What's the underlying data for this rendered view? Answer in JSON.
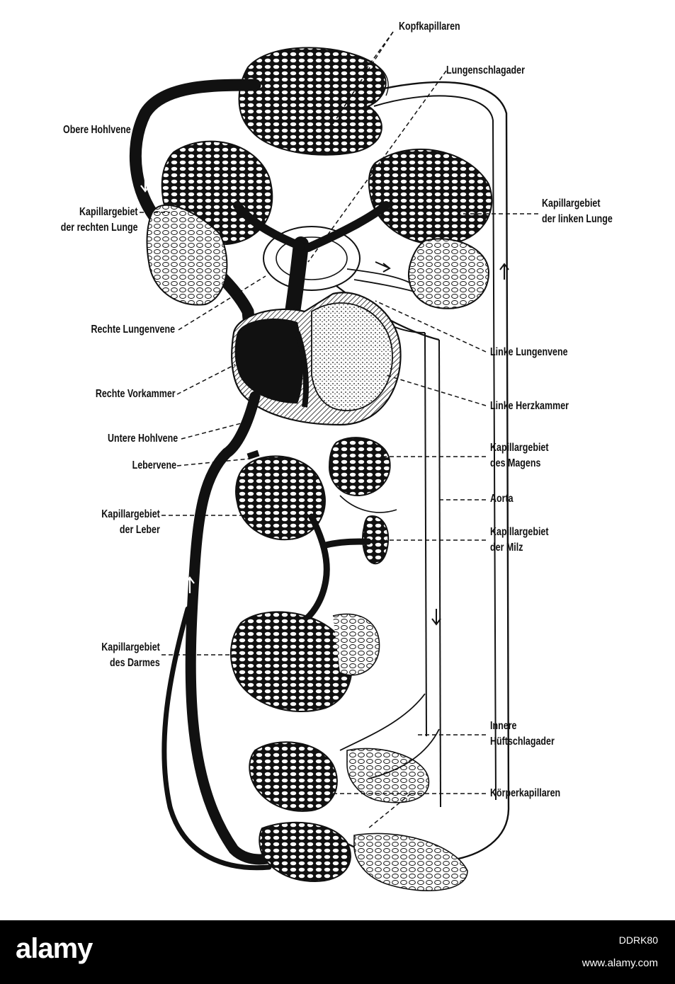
{
  "labels": {
    "kopfkapillaren": "Kopfkapillaren",
    "lungenschlagader": "Lungenschlagader",
    "obere_hohlvene": "Obere Hohlvene",
    "kap_rechte_lunge": [
      "Kapillargebiet",
      "der rechten Lunge"
    ],
    "kap_linke_lunge": [
      "Kapillargebiet",
      "der linken Lunge"
    ],
    "rechte_lungenvene": "Rechte Lungenvene",
    "linke_lungenvene": "Linke Lungenvene",
    "rechte_vorkammer": "Rechte Vorkammer",
    "linke_herzkammer": "Linke Herzkammer",
    "untere_hohlvene": "Untere Hohlvene",
    "lebervene": "Lebervene",
    "kap_magen": [
      "Kapillargebiet",
      "des Magens"
    ],
    "aorta": "Aorta",
    "kap_leber": [
      "Kapillargebiet",
      "der Leber"
    ],
    "kap_milz": [
      "Kapillargebiet",
      "der Milz"
    ],
    "kap_darm": [
      "Kapillargebiet",
      "des Darmes"
    ],
    "innere_hueftschlagader": [
      "Innere",
      "Hüftschlagader"
    ],
    "koerperkapillaren": "Körperkapillaren"
  },
  "watermark": {
    "logo": "alamy",
    "image_id": "DDRK80",
    "url": "www.alamy.com"
  },
  "colors": {
    "ink": "#111111",
    "paper": "#ffffff",
    "banner": "#000000"
  }
}
